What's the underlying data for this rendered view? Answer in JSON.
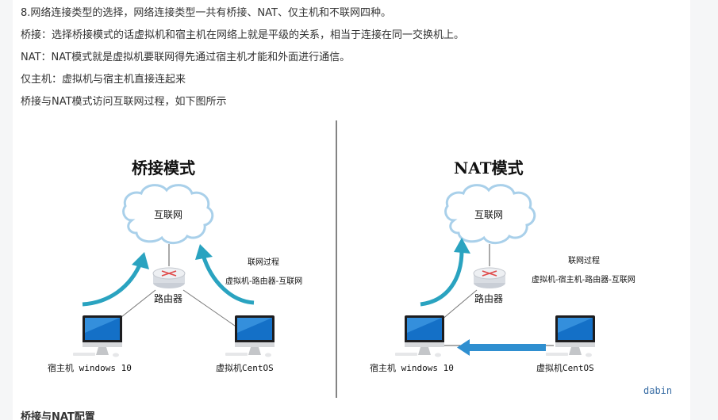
{
  "paragraphs": [
    "8.网络连接类型的选择，网络连接类型一共有桥接、NAT、仅主机和不联网四种。",
    "桥接：选择桥接模式的话虚拟机和宿主机在网络上就是平级的关系，相当于连接在同一交换机上。",
    "NAT：NAT模式就是虚拟机要联网得先通过宿主机才能和外面进行通信。",
    "仅主机：虚拟机与宿主机直接连起来",
    "桥接与NAT模式访问互联网过程，如下图所示"
  ],
  "next_heading": "桥接与NAT配置",
  "figure": {
    "bridge": {
      "title": "桥接模式",
      "cloud": "互联网",
      "router": "路由器",
      "note_title": "联网过程",
      "note_path": "虚拟机-路由器-互联网",
      "host": "宿主机 windows 10",
      "vm": "虚拟机CentOS"
    },
    "nat": {
      "title": "NAT模式",
      "cloud": "互联网",
      "router": "路由器",
      "note_title": "联网过程",
      "note_path": "虚拟机-宿主机-路由器-互联网",
      "host": "宿主机 windows 10",
      "vm": "虚拟机CentOS"
    },
    "watermark": "dabin",
    "colors": {
      "arrow": "#2aa3c0",
      "cloud_edge": "#9fc9e6",
      "blue_arrow": "#2f8fd0"
    }
  }
}
